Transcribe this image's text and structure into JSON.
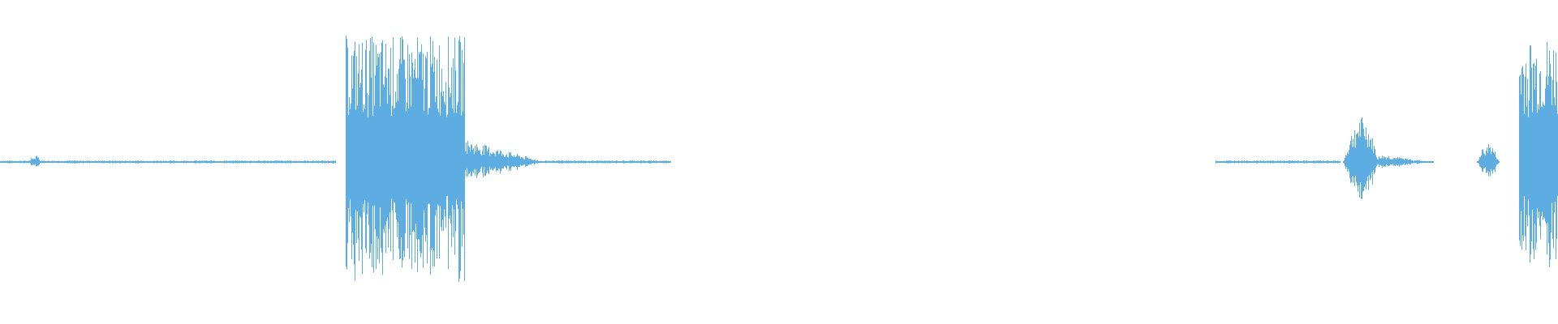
{
  "waveform": {
    "color": "#5dade2",
    "background": "#ffffff",
    "duration_fraction_segments": [
      {
        "name": "silence-lead",
        "start": 0.0,
        "end": 0.215,
        "amp": 0.012
      },
      {
        "name": "click",
        "start": 0.018,
        "end": 0.026,
        "amp": 0.06
      },
      {
        "name": "burst-main",
        "start": 0.222,
        "end": 0.298,
        "amp": 0.98
      },
      {
        "name": "decay-main",
        "start": 0.298,
        "end": 0.35,
        "amp": 0.18
      },
      {
        "name": "tail-main",
        "start": 0.35,
        "end": 0.43,
        "amp": 0.012
      },
      {
        "name": "gap",
        "start": 0.43,
        "end": 0.78,
        "amp": 0.0
      },
      {
        "name": "silence-mid",
        "start": 0.78,
        "end": 0.86,
        "amp": 0.012
      },
      {
        "name": "burst-small",
        "start": 0.862,
        "end": 0.885,
        "amp": 0.35
      },
      {
        "name": "decay-small",
        "start": 0.885,
        "end": 0.92,
        "amp": 0.06
      },
      {
        "name": "burst-tiny",
        "start": 0.948,
        "end": 0.962,
        "amp": 0.15
      },
      {
        "name": "burst-end",
        "start": 0.975,
        "end": 1.0,
        "amp": 0.96
      }
    ]
  }
}
